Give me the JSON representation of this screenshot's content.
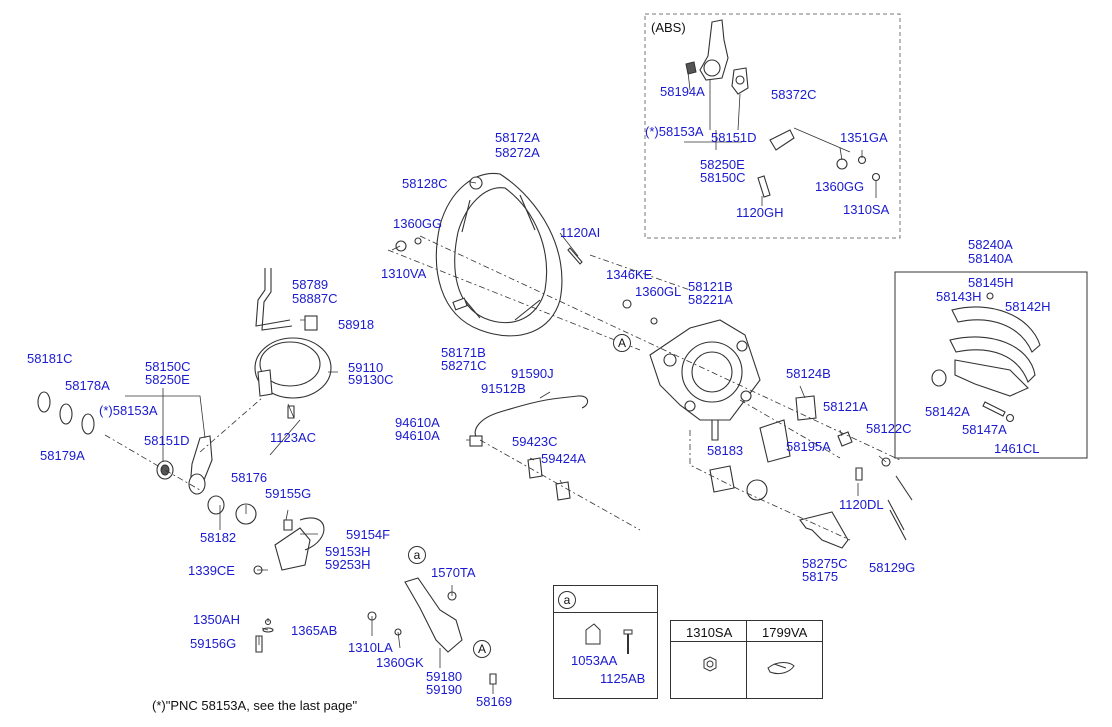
{
  "abs_title": "(ABS)",
  "ref_a": "a",
  "ref_A": "A",
  "note": "(*)\"PNC 58153A, see the last page\"",
  "legend": {
    "a_box_title": "a",
    "col1_header": "1310SA",
    "col2_header": "1799VA",
    "a_parts": [
      "1053AA",
      "1125AB"
    ]
  },
  "labels": {
    "l58194A": "58194A",
    "l58372C": "58372C",
    "l58153A_abs": "(*)58153A",
    "l58151D_abs": "58151D",
    "l1351GA": "1351GA",
    "l58250E_abs": "58250E",
    "l58150C_abs": "58150C",
    "l1360GG_abs": "1360GG",
    "l1120GH": "1120GH",
    "l1310SA": "1310SA",
    "l58172A": "58172A",
    "l58272A": "58272A",
    "l58128C": "58128C",
    "l1360GG": "1360GG",
    "l1120AI": "1120AI",
    "l1310VA": "1310VA",
    "l58240A": "58240A",
    "l58140A": "58140A",
    "l58145H": "58145H",
    "l58143H": "58143H",
    "l58142H": "58142H",
    "l1346KE": "1346KE",
    "l58121B": "58121B",
    "l1360GL": "1360GL",
    "l58221A": "58221A",
    "l58789": "58789",
    "l58887C": "58887C",
    "l58918": "58918",
    "l58171B": "58171B",
    "l58271C": "58271C",
    "l58181C": "58181C",
    "l58150C": "58150C",
    "l58250E": "58250E",
    "l59110": "59110",
    "l59130C": "59130C",
    "l58178A": "58178A",
    "l58153A": "(*)58153A",
    "l91590J": "91590J",
    "l91512B": "91512B",
    "l58124B": "58124B",
    "l58142A": "58142A",
    "l58121A": "58121A",
    "l1123AC": "1123AC",
    "l58147A": "58147A",
    "l94610A_1": "94610A",
    "l94610A_2": "94610A",
    "l58151D": "58151D",
    "l59423C": "59423C",
    "l58122C": "58122C",
    "l1461CL": "1461CL",
    "l58179A": "58179A",
    "l58183": "58183",
    "l58195A": "58195A",
    "l59424A": "59424A",
    "l58176": "58176",
    "l59155G": "59155G",
    "l1120DL": "1120DL",
    "l59154F": "59154F",
    "l58182": "58182",
    "l59153H": "59153H",
    "l59253H": "59253H",
    "l58275C": "58275C",
    "l58175": "58175",
    "l58129G": "58129G",
    "l1339CE": "1339CE",
    "l1570TA": "1570TA",
    "l1350AH": "1350AH",
    "l1365AB": "1365AB",
    "l59156G": "59156G",
    "l1310LA": "1310LA",
    "l1360GK": "1360GK",
    "l59180": "59180",
    "l59190": "59190",
    "l58169": "58169"
  }
}
